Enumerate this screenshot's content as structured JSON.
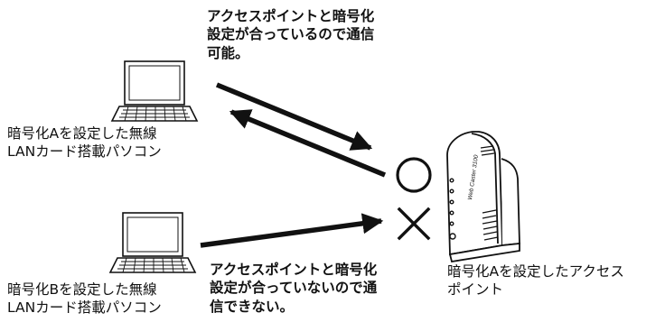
{
  "note_ok": "アクセスポイントと暗号化\n設定が合っているので通信\n可能。",
  "note_ng": "アクセスポイントと暗号化\n設定が合っていないので通\n信できない。",
  "pc_a_label": "暗号化Aを設定した無線\nLANカード搭載パソコン",
  "pc_b_label": "暗号化Bを設定した無線\nLANカード搭載パソコン",
  "ap_label": "暗号化Aを設定したアクセス\nポイント",
  "ap_brand_text": "Web Caster 3100",
  "colors": {
    "ink": "#111111",
    "background": "#ffffff"
  },
  "icons": [
    "laptop-icon",
    "laptop-icon",
    "router-icon",
    "circle-ok-icon",
    "cross-ng-icon"
  ]
}
